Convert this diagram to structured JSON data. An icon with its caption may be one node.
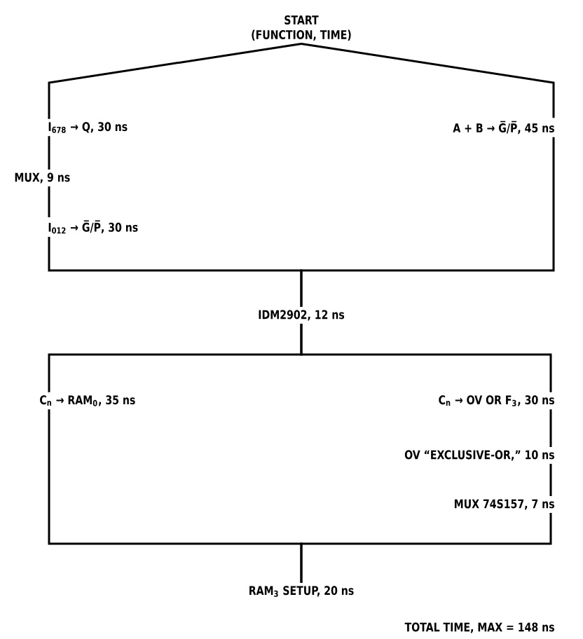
{
  "diagram": {
    "nodes": [
      {
        "text": [
          "START",
          "(FUNCTION, TIME)"
        ]
      },
      {
        "text": [
          "I$_{678}$ → Q, 30 ns"
        ]
      },
      {
        "text": [
          "MUX, 9 ns"
        ]
      },
      {
        "text": [
          "I$_{012}$ → G̅/P̅, 30 ns"
        ]
      },
      {
        "text": [
          "A + B → G̅/P̅, 45 ns"
        ]
      },
      {
        "text": [
          "IDM2902, 12 ns"
        ]
      },
      {
        "text": [
          "C$_{n}$ → RAM$_{0}$, 35 ns"
        ]
      },
      {
        "text": [
          "C$_{n}$ → OV OR F$_{3}$, 30 ns"
        ]
      },
      {
        "text": [
          "OV “EXCLUSIVE-OR,” 10 ns"
        ]
      },
      {
        "text": [
          "MUX 74S157, 7 ns"
        ]
      },
      {
        "text": [
          "RAM$_{3}$ SETUP, 20 ns"
        ]
      }
    ],
    "edges": [
      {
        "from": 0,
        "to": 1,
        "arrow": "none"
      },
      {
        "from": 0,
        "to": 4,
        "arrow": "none"
      },
      {
        "from": 1,
        "to": 2,
        "arrow": "none"
      },
      {
        "from": 2,
        "to": 3,
        "arrow": "none"
      },
      {
        "from": 3,
        "to": 5,
        "arrow": "none"
      },
      {
        "from": 4,
        "to": 5,
        "arrow": "none"
      },
      {
        "from": 5,
        "to": 6,
        "arrow": "none"
      },
      {
        "from": 5,
        "to": 7,
        "arrow": "none"
      },
      {
        "from": 6,
        "to": 10,
        "arrow": "none"
      },
      {
        "from": 7,
        "to": 8,
        "arrow": "none"
      },
      {
        "from": 8,
        "to": 9,
        "arrow": "none"
      },
      {
        "from": 9,
        "to": 10,
        "arrow": "none"
      }
    ],
    "labels": [
      "TOTAL TIME, MAX = 148 ns"
    ]
  }
}
